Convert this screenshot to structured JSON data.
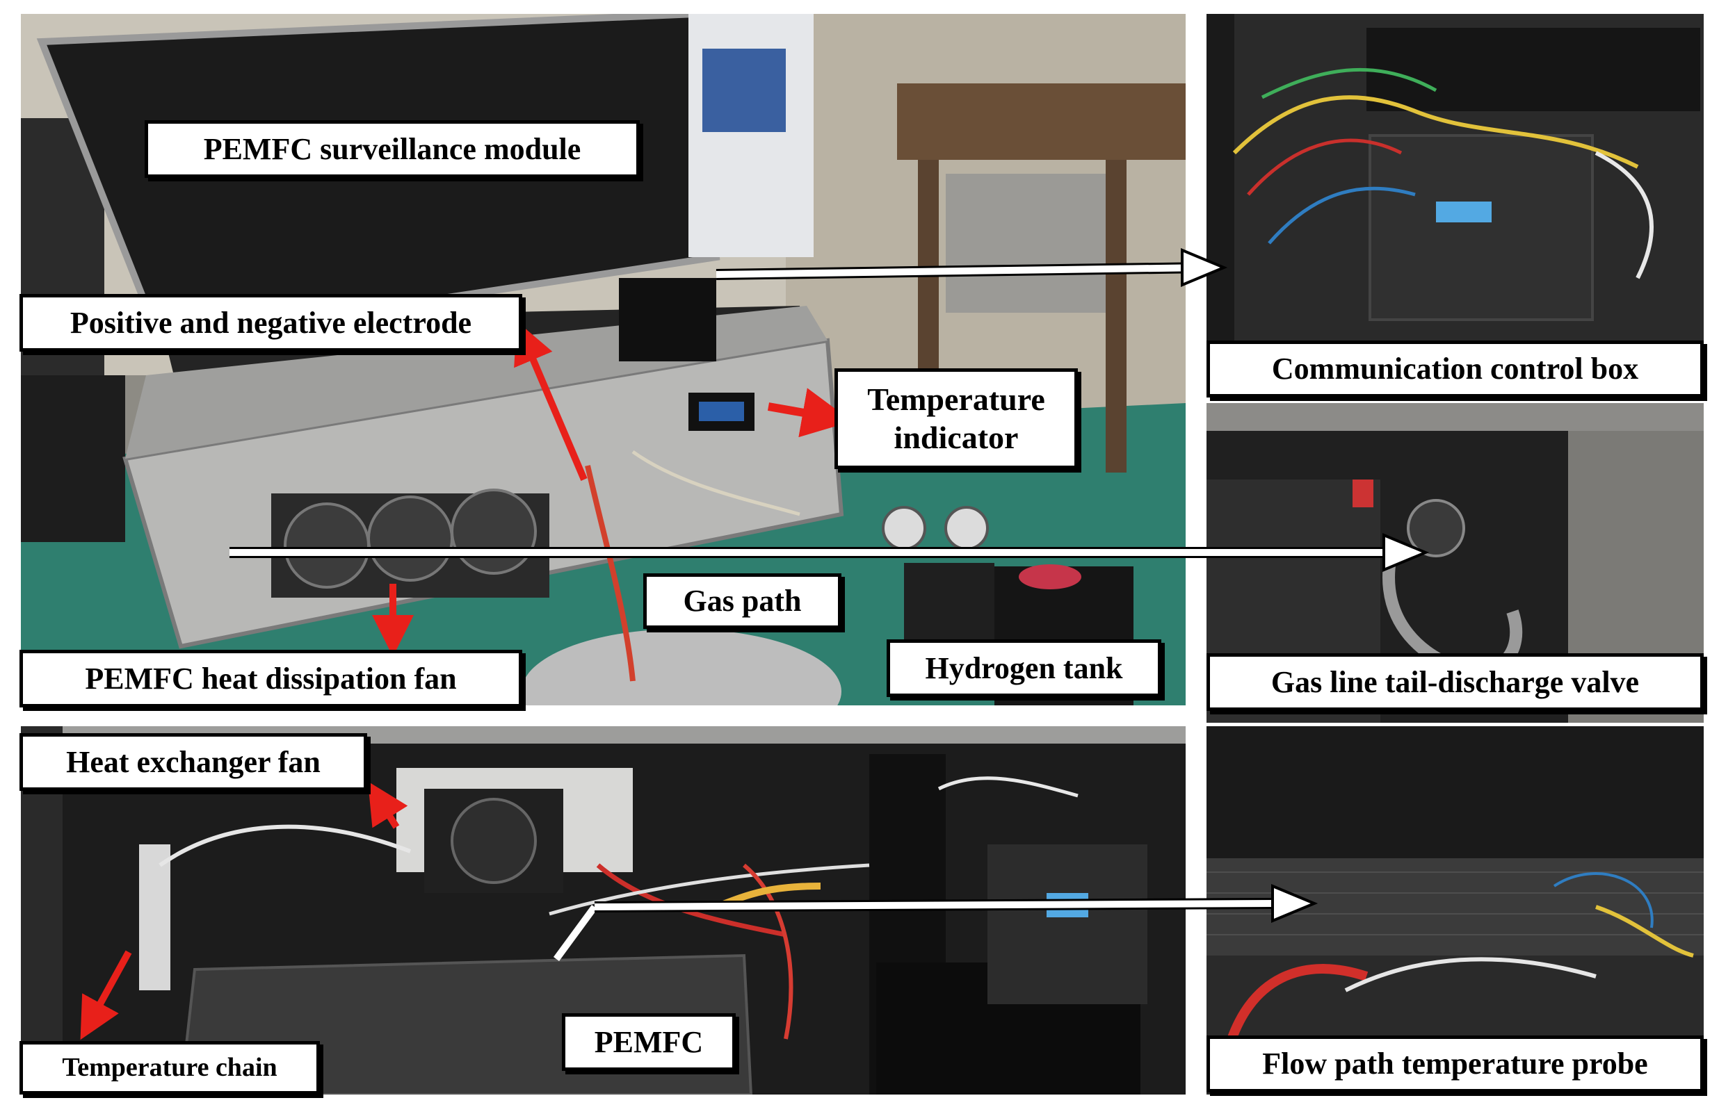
{
  "labels": {
    "surveillance_module": "PEMFC surveillance module",
    "electrode": "Positive and negative electrode",
    "temperature_indicator": "Temperature indicator",
    "communication_box": "Communication control box",
    "gas_path": "Gas path",
    "hydrogen_tank": "Hydrogen tank",
    "heat_dissipation_fan": "PEMFC heat dissipation fan",
    "tail_discharge_valve": "Gas line tail-discharge valve",
    "heat_exchanger_fan": "Heat exchanger fan",
    "temperature_chain": "Temperature chain",
    "pemfc": "PEMFC",
    "flow_path_probe": "Flow path temperature probe"
  },
  "colors": {
    "callout_arrow": "#e8201a",
    "link_arrow": "#ffffff",
    "label_border": "#000000"
  }
}
